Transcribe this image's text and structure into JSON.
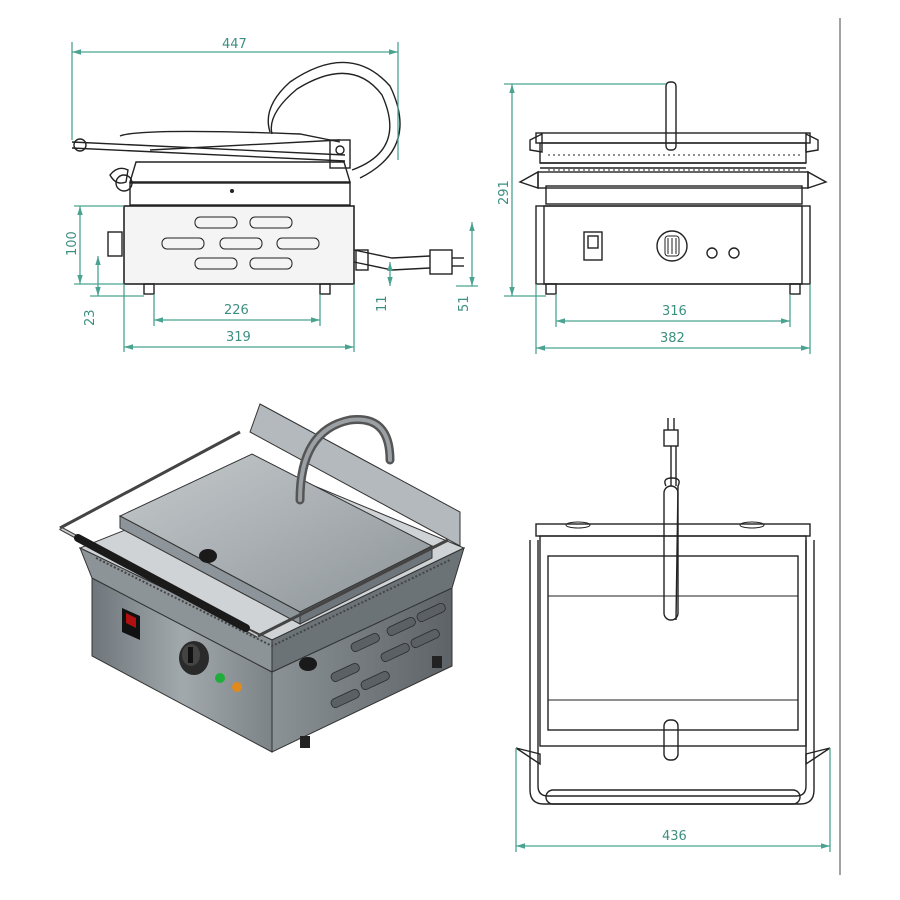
{
  "dimensions": {
    "side_overall_depth": "447",
    "side_leg_height": "100",
    "side_foot_height": "23",
    "side_feet_spacing": "226",
    "side_base_depth": "319",
    "side_cable_height": "11",
    "side_plug_height": "51",
    "front_height": "291",
    "front_feet_spacing": "316",
    "front_width": "382",
    "top_width": "436"
  },
  "colors": {
    "dimension_lines": "#4aa391",
    "drawing_lines": "#222222",
    "body_metal": "#8e959a",
    "plate_metal": "#aab1b5"
  },
  "icons": {
    "control_knob": "thermostat-knob-icon",
    "power_switch": "power-switch-icon",
    "indicator_lamps": "indicator-light-icon"
  }
}
